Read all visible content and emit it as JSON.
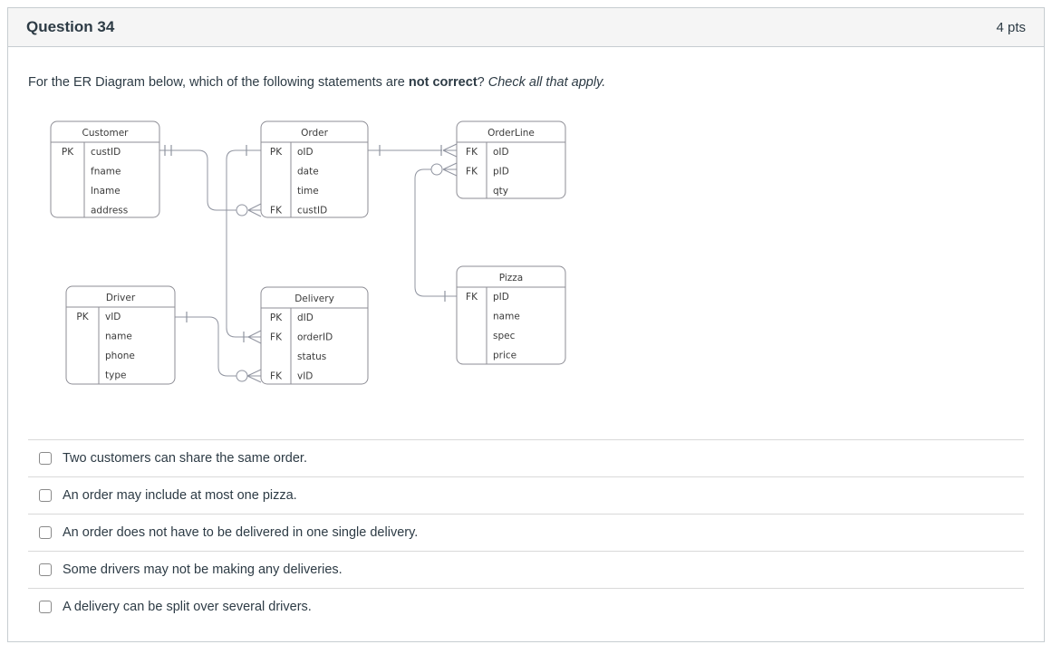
{
  "header": {
    "title": "Question 34",
    "points": "4 pts"
  },
  "question": {
    "prefix": "For the ER Diagram below, which of the following statements are ",
    "bold": "not correct",
    "separator": "? ",
    "italic": "Check all that apply."
  },
  "diagram": {
    "entities": [
      {
        "name": "Customer",
        "rows": [
          {
            "key": "PK",
            "attr": "custID"
          },
          {
            "key": "",
            "attr": "fname"
          },
          {
            "key": "",
            "attr": "lname"
          },
          {
            "key": "",
            "attr": "address"
          }
        ]
      },
      {
        "name": "Order",
        "rows": [
          {
            "key": "PK",
            "attr": "oID"
          },
          {
            "key": "",
            "attr": "date"
          },
          {
            "key": "",
            "attr": "time"
          },
          {
            "key": "FK",
            "attr": "custID"
          }
        ]
      },
      {
        "name": "OrderLine",
        "rows": [
          {
            "key": "FK",
            "attr": "oID"
          },
          {
            "key": "FK",
            "attr": "pID"
          },
          {
            "key": "",
            "attr": "qty"
          }
        ]
      },
      {
        "name": "Driver",
        "rows": [
          {
            "key": "PK",
            "attr": "vID"
          },
          {
            "key": "",
            "attr": "name"
          },
          {
            "key": "",
            "attr": "phone"
          },
          {
            "key": "",
            "attr": "type"
          }
        ]
      },
      {
        "name": "Delivery",
        "rows": [
          {
            "key": "PK",
            "attr": "dID"
          },
          {
            "key": "FK",
            "attr": "orderID"
          },
          {
            "key": "",
            "attr": "status"
          },
          {
            "key": "FK",
            "attr": "vID"
          }
        ]
      },
      {
        "name": "Pizza",
        "rows": [
          {
            "key": "FK",
            "attr": "pID"
          },
          {
            "key": "",
            "attr": "name"
          },
          {
            "key": "",
            "attr": "spec"
          },
          {
            "key": "",
            "attr": "price"
          }
        ]
      }
    ],
    "relationships": [
      {
        "from": "Customer.custID",
        "to": "Order.custID",
        "from_cardinality": "one-and-only-one",
        "to_cardinality": "zero-or-many"
      },
      {
        "from": "Order.oID",
        "to": "Delivery.orderID",
        "from_cardinality": "one",
        "to_cardinality": "one-or-many"
      },
      {
        "from": "Order.oID",
        "to": "OrderLine.oID",
        "from_cardinality": "one",
        "to_cardinality": "one-or-many"
      },
      {
        "from": "Pizza.pID",
        "to": "OrderLine.pID",
        "from_cardinality": "one",
        "to_cardinality": "zero-or-many"
      },
      {
        "from": "Driver.vID",
        "to": "Delivery.vID",
        "from_cardinality": "one",
        "to_cardinality": "zero-or-many"
      }
    ]
  },
  "options": [
    {
      "label": "Two customers can share the same order.",
      "checked": false
    },
    {
      "label": "An order may include at most one pizza.",
      "checked": false
    },
    {
      "label": "An order does not have to be delivered in one single delivery.",
      "checked": false
    },
    {
      "label": "Some drivers may not be making any deliveries.",
      "checked": false
    },
    {
      "label": "A delivery can be split over several drivers.",
      "checked": false
    }
  ],
  "colors": {
    "card_border": "#c7cdd1",
    "header_bg": "#f5f5f5",
    "text": "#2d3b45",
    "divider": "#d9d9d9",
    "diagram_line": "#9094a0",
    "diagram_text": "#3b3b3b",
    "checkbox_border": "#8a8a8a"
  }
}
